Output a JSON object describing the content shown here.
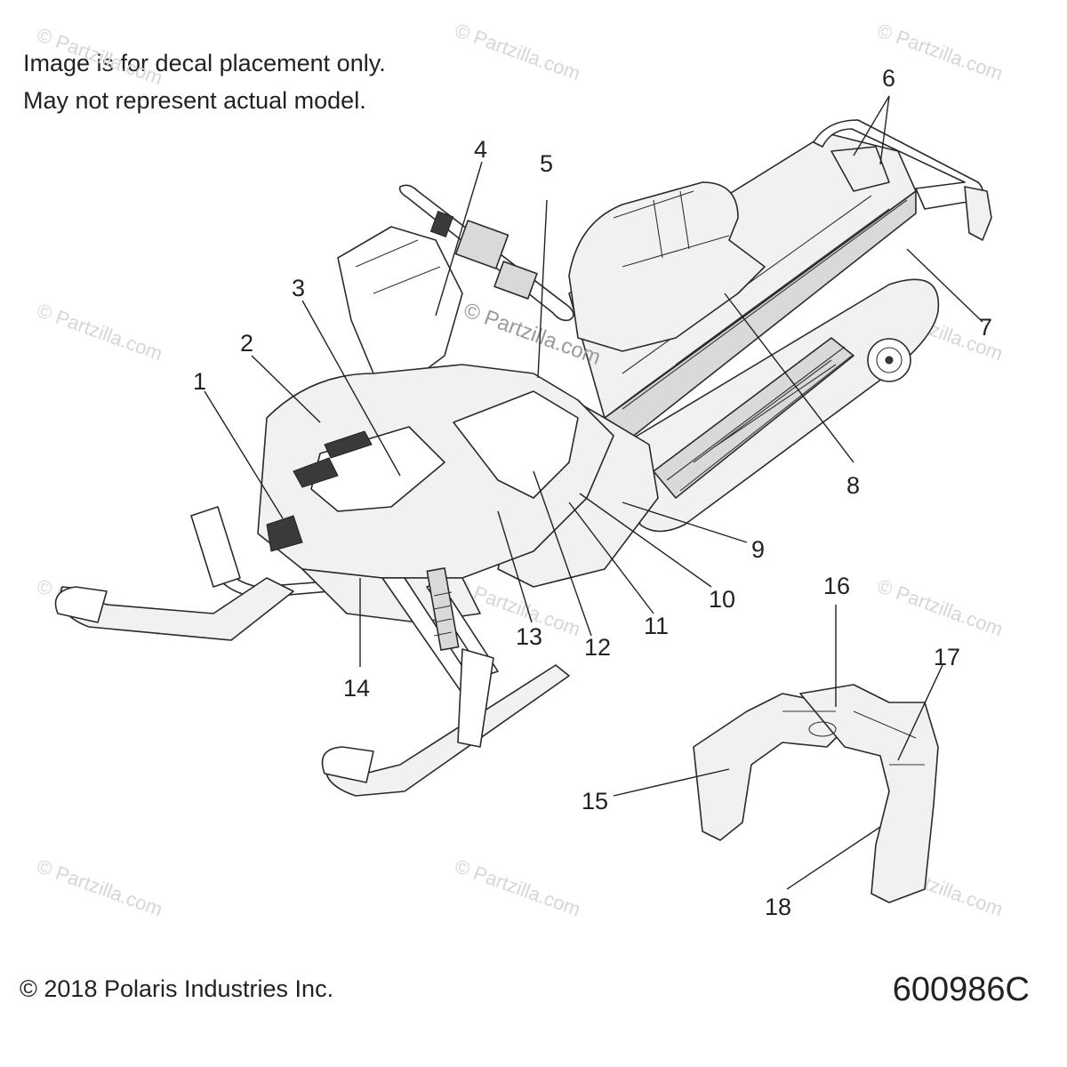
{
  "notes": {
    "line1": "Image is for decal placement only.",
    "line2": "May not represent actual model."
  },
  "footer": {
    "copyright": "© 2018 Polaris Industries Inc.",
    "figure_id": "600986C"
  },
  "watermarks": {
    "small": "© Partzilla.com",
    "center": "© Partzilla.com"
  },
  "callouts": [
    "1",
    "2",
    "3",
    "4",
    "5",
    "6",
    "7",
    "8",
    "9",
    "10",
    "11",
    "12",
    "13",
    "14",
    "15",
    "16",
    "17",
    "18"
  ]
}
